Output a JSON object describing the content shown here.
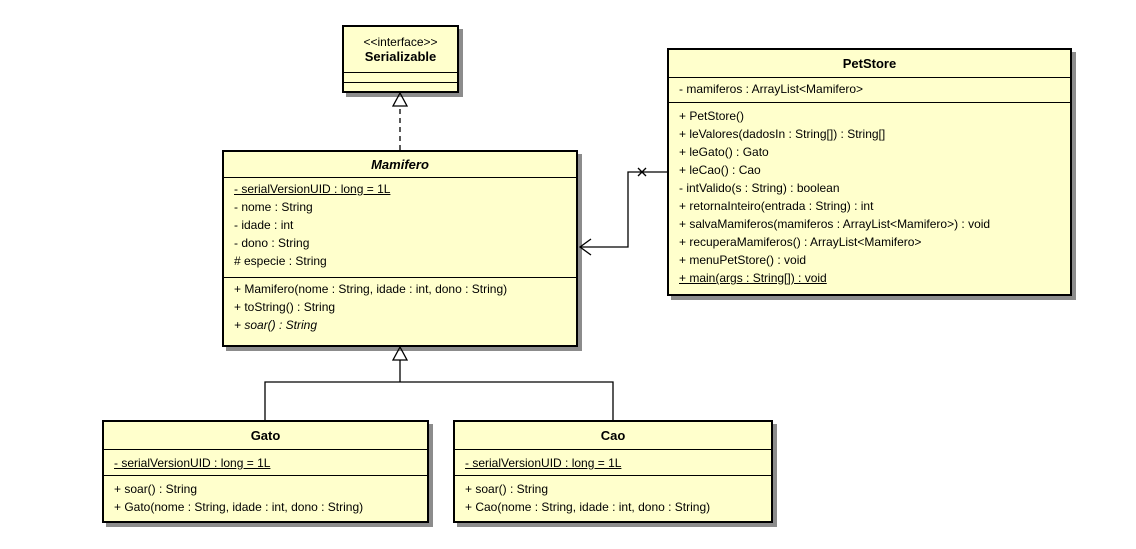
{
  "classes": {
    "serializable": {
      "stereotype": "<<interface>>",
      "name": "Serializable"
    },
    "mamifero": {
      "name": "Mamifero",
      "attributes": [
        "- serialVersionUID : long = 1L",
        "- nome : String",
        "- idade : int",
        "- dono : String",
        "# especie : String"
      ],
      "operations": [
        "+ Mamifero(nome : String, idade : int, dono : String)",
        "+ toString() : String",
        "+ soar() : String"
      ]
    },
    "petstore": {
      "name": "PetStore",
      "attributes": [
        "- mamiferos : ArrayList<Mamifero>"
      ],
      "operations": [
        "+ PetStore()",
        "+ leValores(dadosIn : String[]) : String[]",
        "+ leGato() : Gato",
        "+ leCao() : Cao",
        "- intValido(s : String) : boolean",
        "+ retornaInteiro(entrada : String) : int",
        "+ salvaMamiferos(mamiferos : ArrayList<Mamifero>) : void",
        "+ recuperaMamiferos() : ArrayList<Mamifero>",
        "+ menuPetStore() : void",
        "+ main(args : String[]) : void"
      ]
    },
    "gato": {
      "name": "Gato",
      "attributes": [
        "- serialVersionUID : long = 1L"
      ],
      "operations": [
        "+ soar() : String",
        "+ Gato(nome : String, idade : int, dono : String)"
      ]
    },
    "cao": {
      "name": "Cao",
      "attributes": [
        "- serialVersionUID : long = 1L"
      ],
      "operations": [
        "+ soar() : String",
        "+ Cao(nome : String, idade : int, dono : String)"
      ]
    }
  },
  "colors": {
    "class_fill": "#ffffcc",
    "line": "#000000"
  }
}
